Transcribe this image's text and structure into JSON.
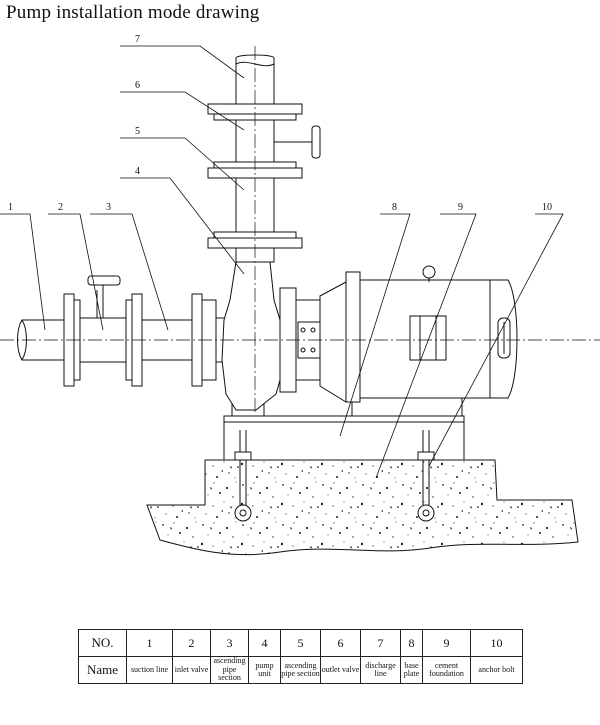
{
  "title": "Pump installation mode drawing",
  "callouts": [
    "1",
    "2",
    "3",
    "4",
    "5",
    "6",
    "7",
    "8",
    "9",
    "10"
  ],
  "legend": {
    "header_no": "NO.",
    "header_name": "Name",
    "items": [
      {
        "no": "1",
        "name": "suction line"
      },
      {
        "no": "2",
        "name": "inlet valve"
      },
      {
        "no": "3",
        "name": "ascending pipe section"
      },
      {
        "no": "4",
        "name": "pump unit"
      },
      {
        "no": "5",
        "name": "ascending pipe section"
      },
      {
        "no": "6",
        "name": "outlet valve"
      },
      {
        "no": "7",
        "name": "discharge line"
      },
      {
        "no": "8",
        "name": "base plate"
      },
      {
        "no": "9",
        "name": "cement foundation"
      },
      {
        "no": "10",
        "name": "anchor bolt"
      }
    ]
  }
}
